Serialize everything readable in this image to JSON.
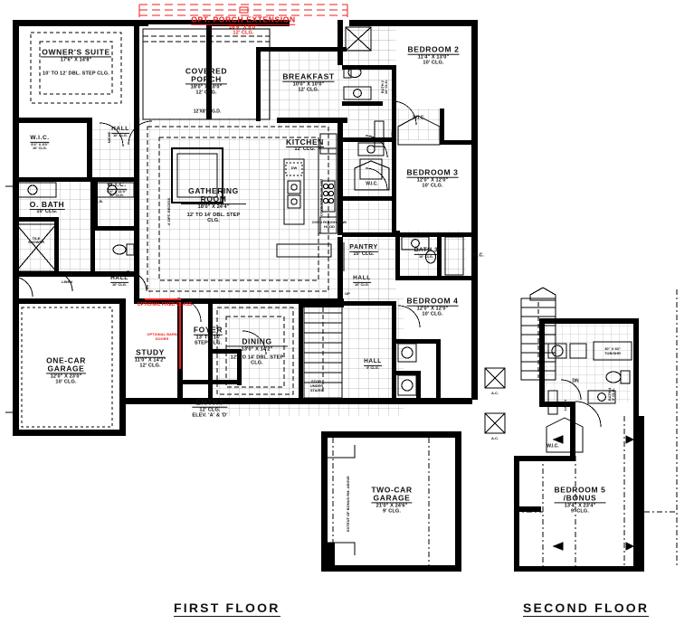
{
  "sheet": {
    "first_floor_title": "FIRST FLOOR",
    "second_floor_title": "SECOND FLOOR"
  },
  "colors": {
    "wall": "#000000",
    "optional_red": "#ef1b1b",
    "grid": "#9a9a9a",
    "paper": "#ffffff"
  },
  "first_floor": {
    "rooms": [
      {
        "name": "OWNER'S SUITE",
        "dim": "17'6\" X 14'8\"",
        "clg": "10' TO 12' DBL. STEP CLG."
      },
      {
        "name": "COVERED",
        "name2": "PORCH",
        "dim": "18'0\" X 10'0\"",
        "clg": "12' CLG."
      },
      {
        "name": "BREAKFAST",
        "dim": "10'0\" X 10'0\"",
        "clg": "12' CLG."
      },
      {
        "name": "KITCHEN",
        "dim": "",
        "clg": "12' CLG."
      },
      {
        "name": "BEDROOM 2",
        "dim": "11'4\" X 13'0\"",
        "clg": "10' CLG."
      },
      {
        "name": "BEDROOM 3",
        "dim": "12'0\" X 12'0\"",
        "clg": "10' CLG."
      },
      {
        "name": "BEDROOM 4",
        "dim": "12'0\" X 12'0\"",
        "clg": "10' CLG."
      },
      {
        "name": "GATHERING",
        "name2": "ROOM",
        "dim": "18'0\" X 24'4\"",
        "clg": "12' TO 14' DBL. STEP CLG."
      },
      {
        "name": "DINING",
        "dim": "13'0\" X 14'2\"",
        "clg": "12' TO 14' DBL. STEP CLG."
      },
      {
        "name": "STUDY",
        "dim": "11'0\" X 14'2\"",
        "clg": "12' CLG."
      },
      {
        "name": "FOYER",
        "dim": "13' TO 14'",
        "clg": "STEP CLG."
      },
      {
        "name": "ENTRY",
        "dim": "12' CLG.",
        "clg": "ELEV. 'A' & 'D'"
      },
      {
        "name": "ONE-CAR",
        "name2": "GARAGE",
        "dim": "12'0\" X 23'0\"",
        "clg": "10' CLG."
      },
      {
        "name": "TWO-CAR",
        "name2": "GARAGE",
        "dim": "21'0\" X 24'6\"",
        "clg": "9' CLG."
      },
      {
        "name": "O. BATH",
        "dim": "",
        "clg": "10' CLG."
      },
      {
        "name": "PANTRY",
        "dim": "",
        "clg": "10' CLG."
      }
    ],
    "small_labels": [
      {
        "text": "W.I.C.",
        "dim": "5'4\" X 8'0\"",
        "clg": "10' CLG."
      },
      {
        "text": "W.I.C.",
        "dim": "5'4\" X 11'0\"",
        "clg": "10' CLG."
      },
      {
        "text": "HALL",
        "clg": "10' CLG."
      },
      {
        "text": "HALL",
        "clg": "10' CLG."
      },
      {
        "text": "HALL",
        "clg": "10' CLG."
      },
      {
        "text": "HALL",
        "clg": "9' CLG."
      },
      {
        "text": "BATH 2",
        "clg": "10' CLG."
      },
      {
        "text": "BATH 3",
        "clg": "10' CLG."
      },
      {
        "text": "W.I.C."
      },
      {
        "text": "W.I.C."
      },
      {
        "text": "W.I.C."
      },
      {
        "text": "LINEN"
      },
      {
        "text": "LINEN"
      },
      {
        "text": "NICHE"
      },
      {
        "text": "K.B."
      },
      {
        "text": "LAUN."
      },
      {
        "text": "TILE"
      },
      {
        "text": "SHOWER"
      },
      {
        "text": "DW"
      },
      {
        "text": "UP"
      },
      {
        "text": "A.C."
      },
      {
        "text": "A.C."
      }
    ],
    "notes": [
      "12'X8' S.G.D.",
      "COOKTOP IN ISLAND",
      "OVEN ROUGH-IN W/ HOOD",
      "STOR. UNDER STAIRS",
      "EXTENT OF BONUS RM. ABOVE",
      "4' OPT. RECESS",
      "30\" X 60\" TUB/SHR"
    ],
    "optional_notes": [
      {
        "title": "OPT. PORCH EXTENSION",
        "dim": "28'6\" X 5'0\"",
        "clg": "12' CLG."
      },
      {
        "title": "OPTIONAL FIXED GLASS"
      },
      {
        "title": "OPTIONAL BARN DOORS"
      }
    ]
  },
  "second_floor": {
    "rooms": [
      {
        "name": "BEDROOM 5",
        "name2": "/BONUS",
        "dim": "13'4\" X 23'4\"",
        "clg": "9' CLG."
      }
    ],
    "small_labels": [
      {
        "text": "BATH 4",
        "clg": "9' CLG."
      },
      {
        "text": "W.I.C."
      },
      {
        "text": "LINEN"
      },
      {
        "text": "DN"
      },
      {
        "text": "30\" X 60\"",
        "clg": "TUB/SHR"
      }
    ]
  }
}
